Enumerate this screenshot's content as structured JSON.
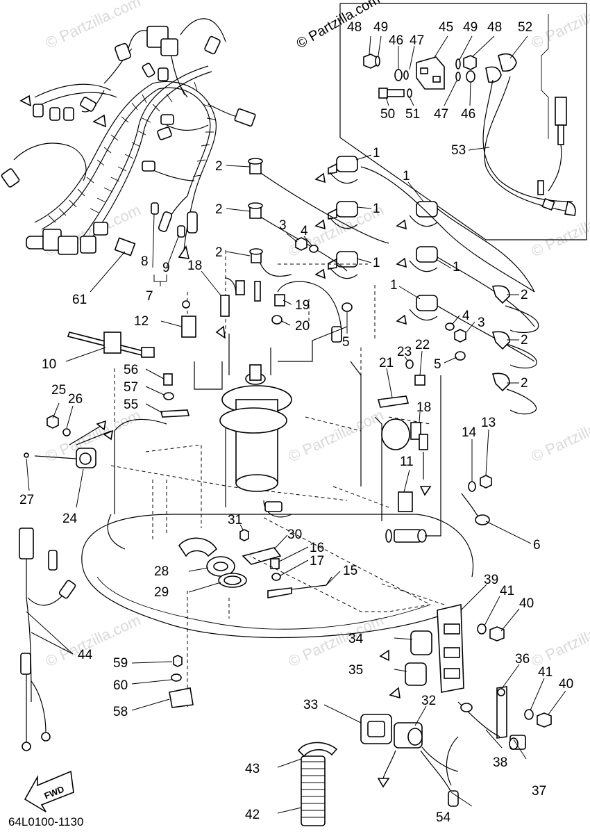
{
  "diagram": {
    "copyright": "© Partzilla.com",
    "watermark": "© Partzilla.com",
    "drawing_code": "64L0100-1130",
    "forward_label": "FWD",
    "callouts": [
      "1",
      "1",
      "1",
      "1",
      "1",
      "1",
      "2",
      "2",
      "2",
      "2",
      "2",
      "2",
      "3",
      "3",
      "4",
      "4",
      "5",
      "5",
      "6",
      "7",
      "8",
      "9",
      "10",
      "11",
      "12",
      "13",
      "14",
      "15",
      "16",
      "17",
      "18",
      "18",
      "19",
      "20",
      "21",
      "22",
      "23",
      "24",
      "25",
      "26",
      "27",
      "28",
      "29",
      "30",
      "31",
      "32",
      "33",
      "34",
      "35",
      "36",
      "37",
      "38",
      "39",
      "40",
      "40",
      "41",
      "41",
      "42",
      "43",
      "44",
      "45",
      "46",
      "46",
      "47",
      "47",
      "48",
      "48",
      "49",
      "49",
      "50",
      "51",
      "52",
      "53",
      "54",
      "55",
      "56",
      "57",
      "58",
      "59",
      "60",
      "61"
    ]
  }
}
